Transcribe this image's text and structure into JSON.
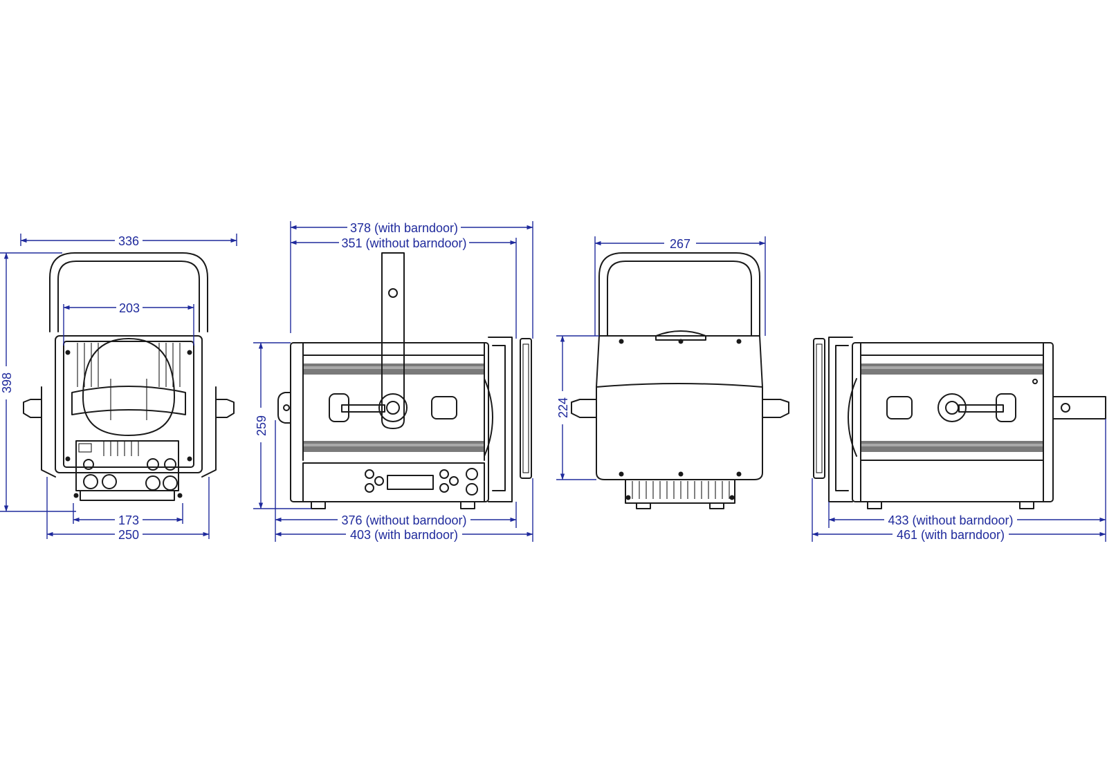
{
  "colors": {
    "dimension": "#1f2a9c",
    "outline": "#1a1a1a",
    "background": "#ffffff"
  },
  "views": {
    "front": {
      "width_overall": "336",
      "lens_width": "203",
      "height_overall": "398",
      "base_inner": "173",
      "base_outer": "250"
    },
    "side_left": {
      "top_with": "378 (with barndoor)",
      "top_without": "351 (without barndoor)",
      "height": "259",
      "bottom_without": "376 (without barndoor)",
      "bottom_with": "403 (with barndoor)"
    },
    "rear": {
      "width": "267",
      "height": "224"
    },
    "side_right": {
      "bottom_without": "433 (without barndoor)",
      "bottom_with": "461 (with barndoor)"
    }
  }
}
